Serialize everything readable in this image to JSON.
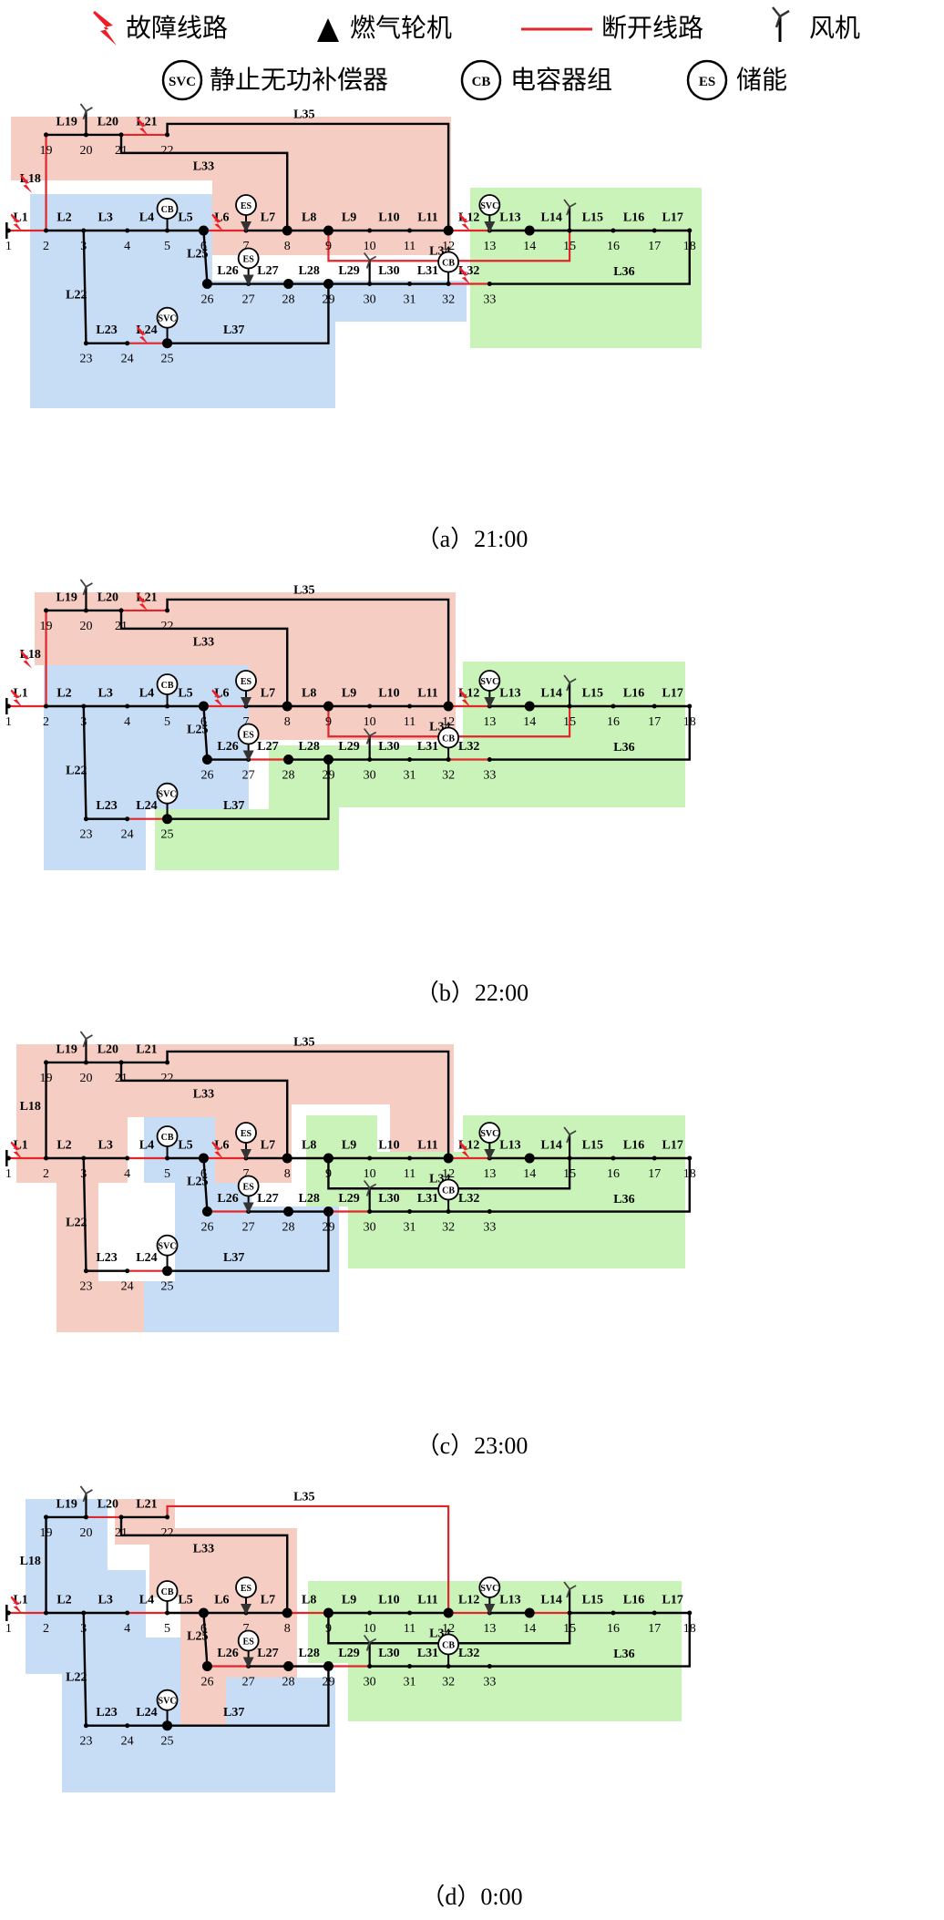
{
  "legend": {
    "fault_line": "故障线路",
    "gas_turbine": "燃气轮机",
    "open_line": "断开线路",
    "wind_turbine": "风机",
    "svc_badge": "SVC",
    "svc": "静止无功补偿器",
    "cb_badge": "CB",
    "cb": "电容器组",
    "es_badge": "ES",
    "es": "储能"
  },
  "colors": {
    "pink": "#f6cdc3",
    "blue": "#c7dcf5",
    "green": "#c9f3b9",
    "line": "#000000",
    "open_line": "#e0262b",
    "fault": "#ee1c25"
  },
  "panels": [
    {
      "caption": "（a）21:00",
      "regions": [
        {
          "color": "pink",
          "pts": [
            [
              12,
              0
            ],
            [
              495,
              0
            ],
            [
              495,
              152
            ],
            [
              310,
              152
            ],
            [
              310,
              85
            ],
            [
              233,
              85
            ],
            [
              233,
              70
            ],
            [
              12,
              70
            ]
          ]
        },
        {
          "color": "blue",
          "pts": [
            [
              33,
              85
            ],
            [
              233,
              85
            ],
            [
              233,
              180
            ],
            [
              512,
              180
            ],
            [
              512,
              225
            ],
            [
              368,
              225
            ],
            [
              368,
              320
            ],
            [
              33,
              320
            ]
          ]
        },
        {
          "color": "pink",
          "pts": [
            [
              233,
              85
            ],
            [
              310,
              85
            ],
            [
              310,
              152
            ],
            [
              233,
              152
            ]
          ]
        },
        {
          "color": "green",
          "pts": [
            [
              516,
              78
            ],
            [
              770,
              78
            ],
            [
              770,
              254
            ],
            [
              516,
              254
            ]
          ]
        }
      ],
      "faults": [
        "L1",
        "L18",
        "L21",
        "L6",
        "L12",
        "L24",
        "L32"
      ],
      "opens": [
        "L34"
      ]
    },
    {
      "caption": "（b）22:00",
      "regions": [
        {
          "color": "pink",
          "pts": [
            [
              38,
              0
            ],
            [
              500,
              0
            ],
            [
              500,
              162
            ],
            [
              258,
              162
            ],
            [
              258,
              80
            ],
            [
              38,
              80
            ]
          ]
        },
        {
          "color": "blue",
          "pts": [
            [
              48,
              80
            ],
            [
              273,
              80
            ],
            [
              273,
              238
            ],
            [
              160,
              238
            ],
            [
              160,
              305
            ],
            [
              48,
              305
            ]
          ]
        },
        {
          "color": "green",
          "pts": [
            [
              508,
              76
            ],
            [
              752,
              76
            ],
            [
              752,
              236
            ],
            [
              372,
              236
            ],
            [
              372,
              305
            ],
            [
              170,
              305
            ],
            [
              170,
              238
            ],
            [
              295,
              238
            ],
            [
              295,
              168
            ],
            [
              508,
              168
            ]
          ]
        }
      ],
      "faults": [
        "L1",
        "L18",
        "L21",
        "L6",
        "L12"
      ],
      "opens": [
        "L34",
        "L27",
        "L24",
        "L32"
      ]
    },
    {
      "caption": "（c）23:00",
      "regions": [
        {
          "color": "pink",
          "pts": [
            [
              18,
              0
            ],
            [
              498,
              0
            ],
            [
              498,
              160
            ],
            [
              428,
              160
            ],
            [
              428,
              66
            ],
            [
              320,
              66
            ],
            [
              320,
              152
            ],
            [
              236,
              152
            ],
            [
              236,
              80
            ],
            [
              140,
              80
            ],
            [
              140,
              152
            ],
            [
              108,
              152
            ],
            [
              108,
              260
            ],
            [
              158,
              260
            ],
            [
              158,
              316
            ],
            [
              62,
              316
            ],
            [
              62,
              152
            ],
            [
              18,
              152
            ]
          ]
        },
        {
          "color": "blue",
          "pts": [
            [
              158,
              80
            ],
            [
              236,
              80
            ],
            [
              236,
              152
            ],
            [
              276,
              152
            ],
            [
              276,
              178
            ],
            [
              372,
              178
            ],
            [
              372,
              316
            ],
            [
              158,
              316
            ],
            [
              158,
              260
            ],
            [
              192,
              260
            ],
            [
              192,
              152
            ],
            [
              158,
              152
            ]
          ]
        },
        {
          "color": "green",
          "pts": [
            [
              336,
              78
            ],
            [
              414,
              78
            ],
            [
              414,
              118
            ],
            [
              508,
              118
            ],
            [
              508,
              78
            ],
            [
              752,
              78
            ],
            [
              752,
              246
            ],
            [
              382,
              246
            ],
            [
              382,
              178
            ],
            [
              336,
              178
            ]
          ]
        }
      ],
      "faults": [
        "L1",
        "L6",
        "L12"
      ],
      "opens": [
        "L4",
        "L26",
        "L29",
        "L24"
      ]
    },
    {
      "caption": "（d）0:00",
      "regions": [
        {
          "color": "blue",
          "pts": [
            [
              28,
              0
            ],
            [
              118,
              0
            ],
            [
              118,
              78
            ],
            [
              160,
              78
            ],
            [
              160,
              152
            ],
            [
              248,
              152
            ],
            [
              248,
              196
            ],
            [
              368,
              196
            ],
            [
              368,
              322
            ],
            [
              68,
              322
            ],
            [
              68,
              192
            ],
            [
              28,
              192
            ]
          ]
        },
        {
          "color": "pink",
          "pts": [
            [
              126,
              0
            ],
            [
              192,
              0
            ],
            [
              192,
              32
            ],
            [
              326,
              32
            ],
            [
              326,
              196
            ],
            [
              248,
              196
            ],
            [
              248,
              248
            ],
            [
              198,
              248
            ],
            [
              198,
              108
            ],
            [
              164,
              108
            ],
            [
              164,
              50
            ],
            [
              126,
              50
            ]
          ]
        },
        {
          "color": "green",
          "pts": [
            [
              338,
              90
            ],
            [
              748,
              90
            ],
            [
              748,
              244
            ],
            [
              382,
              244
            ],
            [
              382,
              180
            ],
            [
              338,
              180
            ]
          ]
        }
      ],
      "faults": [
        "L1"
      ],
      "opens": [
        "L20",
        "L4",
        "L8",
        "L26",
        "L29",
        "L12",
        "L35",
        "L14"
      ]
    }
  ]
}
